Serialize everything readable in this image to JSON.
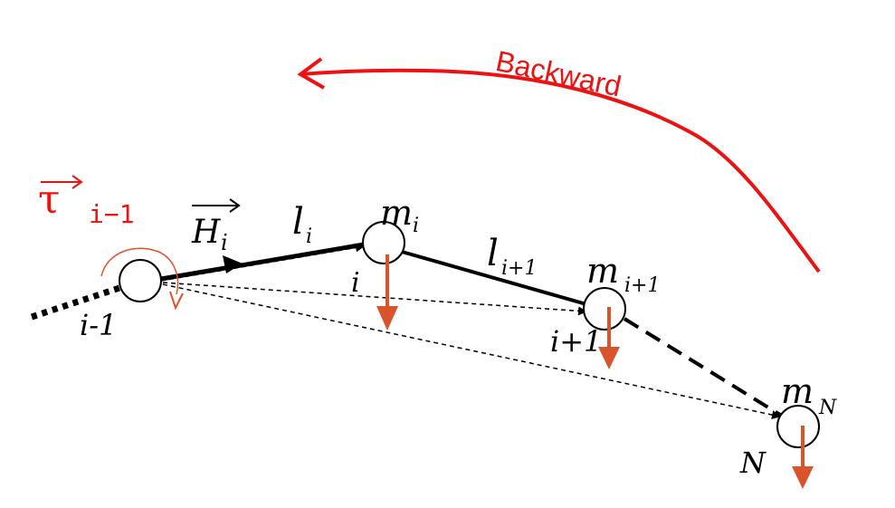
{
  "colors": {
    "black": "#000000",
    "red": "#ee1111",
    "weight_arrow": "#d9532b",
    "torque": "#e0522a"
  },
  "labels": {
    "backward": "Backward",
    "tau_symbol": "τ",
    "tau_sub": "i−1",
    "H_symbol": "H",
    "H_sub": "i",
    "l_i": "l",
    "l_i_sub": "i",
    "l_i1": "l",
    "l_i1_sub": "i+1",
    "m_i": "m",
    "m_i_sub": "i",
    "m_i1": "m",
    "m_i1_sub": "i+1",
    "m_N": "m",
    "m_N_sub": "N",
    "node_im1": "i-1",
    "node_i": "i",
    "node_ip1": "i+1",
    "node_N": "N"
  },
  "icons": [
    "curved-arrow",
    "torque-arrow",
    "weight-arrow",
    "vector-arrow"
  ]
}
